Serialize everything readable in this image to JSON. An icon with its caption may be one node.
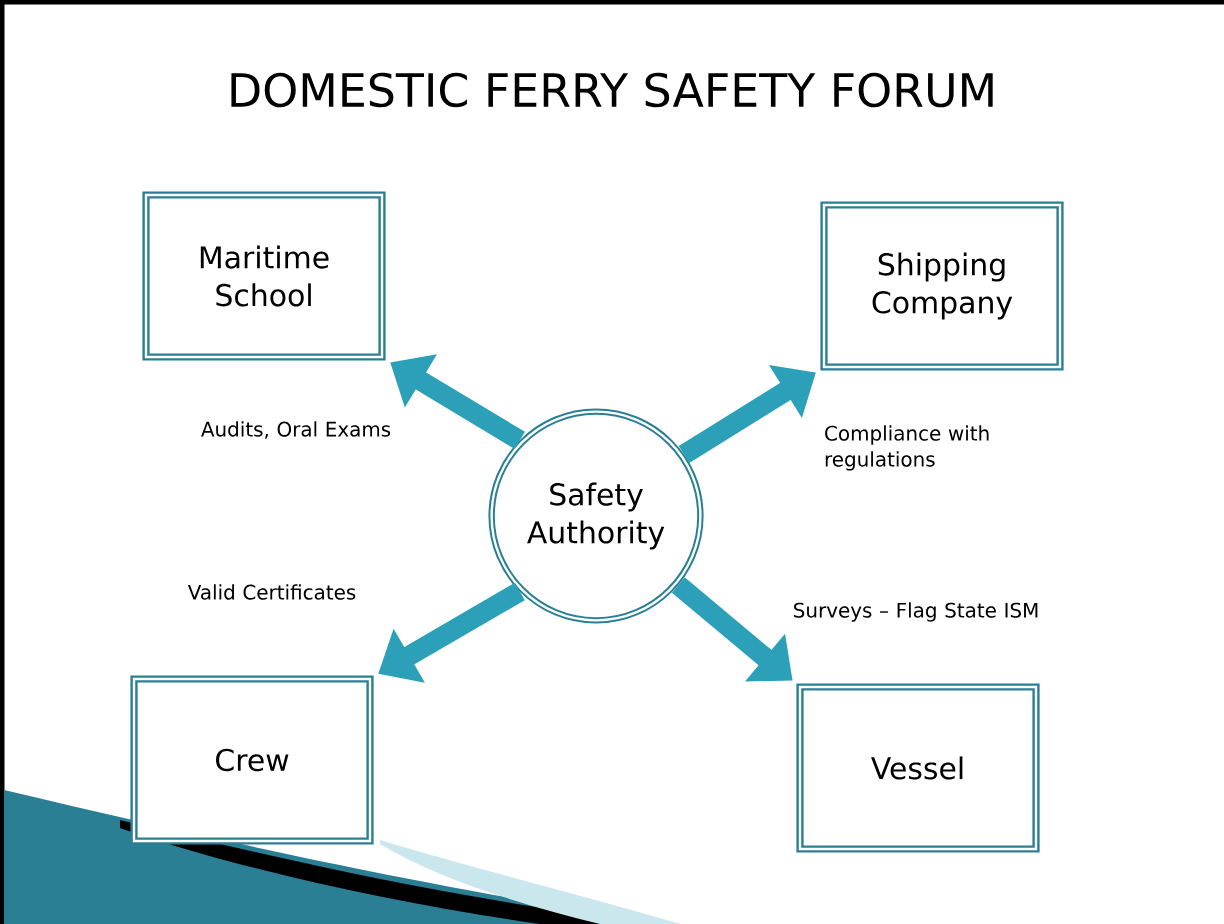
{
  "diagram": {
    "title": "DOMESTIC FERRY SAFETY FORUM",
    "nodes": [
      {
        "text": [
          "Safety Authority"
        ]
      },
      {
        "text": [
          "Maritime School"
        ]
      },
      {
        "text": [
          "Shipping Company"
        ]
      },
      {
        "text": [
          "Crew"
        ]
      },
      {
        "text": [
          "Vessel"
        ]
      }
    ],
    "edges": [
      {
        "from": 0,
        "to": 1,
        "arrow": "to",
        "label": "Audits, Oral Exams"
      },
      {
        "from": 0,
        "to": 2,
        "arrow": "to",
        "label": "Compliance with regulations"
      },
      {
        "from": 0,
        "to": 3,
        "arrow": "to",
        "label": "Valid Certificates"
      },
      {
        "from": 0,
        "to": 4,
        "arrow": "to",
        "label": "Surveys – Flag State ISM"
      }
    ]
  }
}
